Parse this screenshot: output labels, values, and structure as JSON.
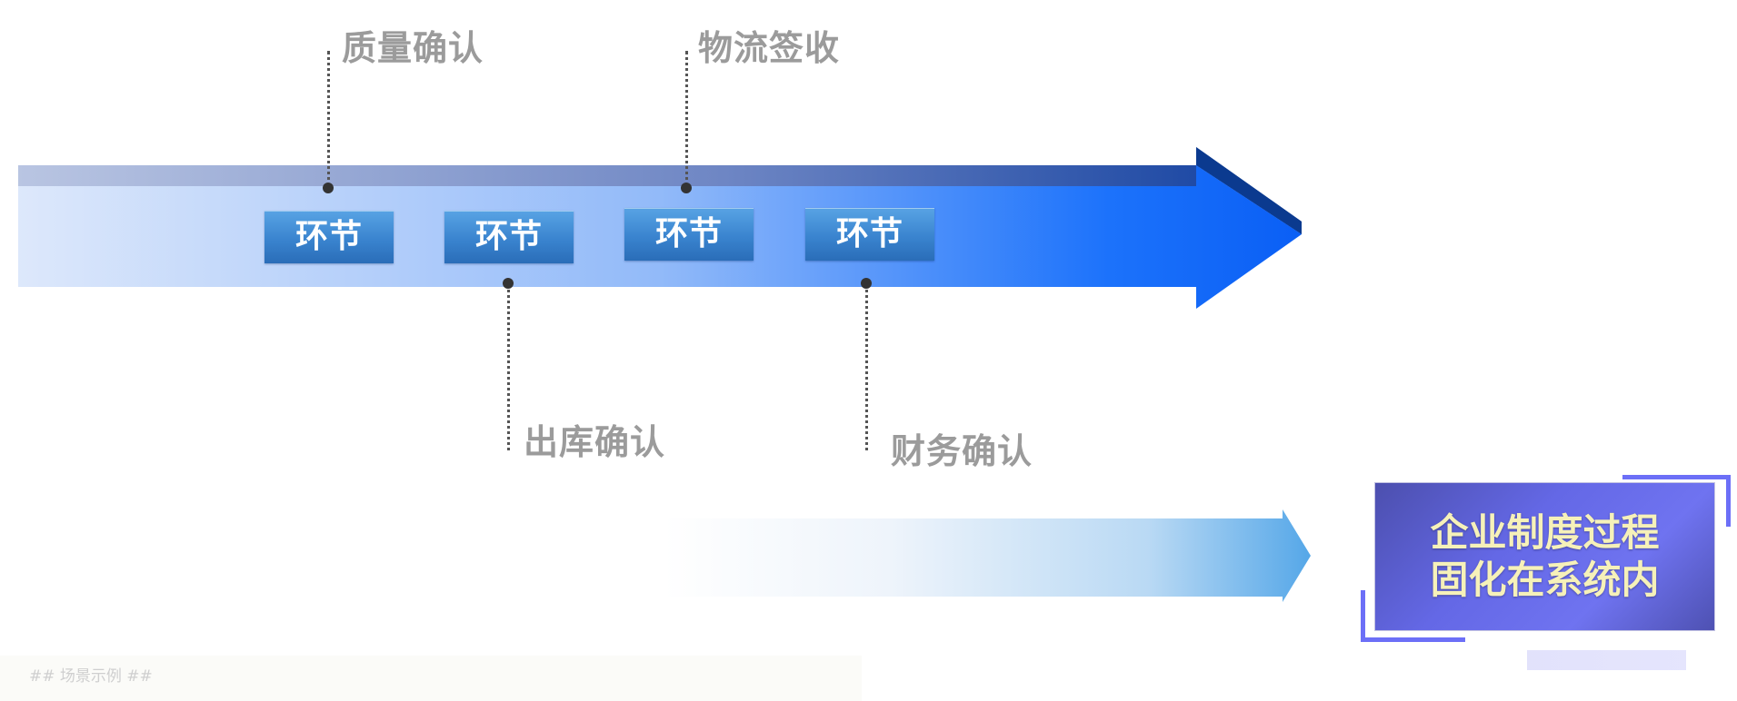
{
  "steps": [
    "环节",
    "环节",
    "环节",
    "环节"
  ],
  "milestones_top": [
    "质量确认",
    "物流签收"
  ],
  "milestones_bottom": [
    "出库确认",
    "财务确认"
  ],
  "result": {
    "line1": "企业制度过程",
    "line2": "固化在系统内"
  },
  "footer": "## 场景示例 ##",
  "colors": {
    "main_arrow_start": "#dde8fb",
    "main_arrow_end": "#0a5ff5",
    "step_fill": "#3a84cf",
    "label_gray": "#9b9b9b",
    "result_fill": "#6468e6",
    "result_text": "#f6f1b9",
    "frame": "#6c6ff7"
  }
}
